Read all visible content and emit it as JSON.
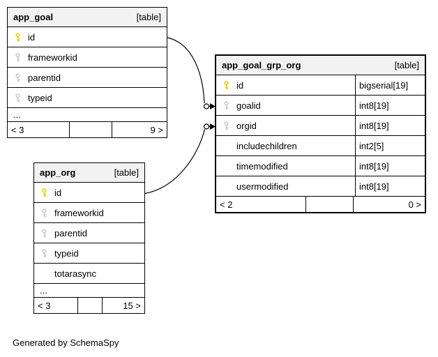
{
  "diagram": {
    "generated_by": "Generated by SchemaSpy"
  },
  "colors": {
    "header_bg": "#f2f2f2",
    "primary_key": "#e3d400",
    "index_key": "#cccccc"
  },
  "tables": [
    {
      "name": "app_goal",
      "badge": "[table]",
      "columns": [
        {
          "name": "id"
        },
        {
          "name": "frameworkid"
        },
        {
          "name": "parentid"
        },
        {
          "name": "typeid"
        },
        {
          "name": "..."
        }
      ],
      "footer": {
        "left": "< 3",
        "middle": "",
        "right": "9 >"
      }
    },
    {
      "name": "app_goal_grp_org",
      "badge": "[table]",
      "columns": [
        {
          "name": "id",
          "type": "bigserial[19]"
        },
        {
          "name": "goalid",
          "type": "int8[19]"
        },
        {
          "name": "orgid",
          "type": "int8[19]"
        },
        {
          "name": "includechildren",
          "type": "int2[5]"
        },
        {
          "name": "timemodified",
          "type": "int8[19]"
        },
        {
          "name": "usermodified",
          "type": "int8[19]"
        }
      ],
      "footer": {
        "left": "< 2",
        "middle": "",
        "right": "0 >"
      }
    },
    {
      "name": "app_org",
      "badge": "[table]",
      "columns": [
        {
          "name": "id"
        },
        {
          "name": "frameworkid"
        },
        {
          "name": "parentid"
        },
        {
          "name": "typeid"
        },
        {
          "name": "totarasync"
        },
        {
          "name": "..."
        }
      ],
      "footer": {
        "left": "< 3",
        "middle": "",
        "right": "15 >"
      }
    }
  ]
}
